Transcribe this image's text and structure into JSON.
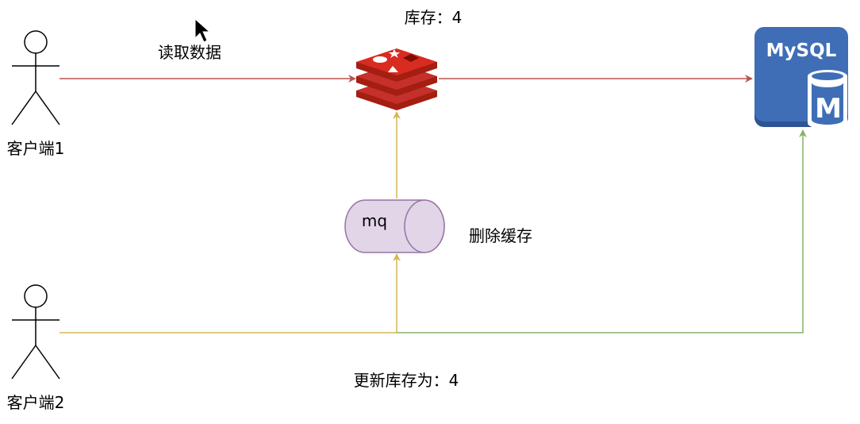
{
  "clients": {
    "client1": {
      "label": "客户端1"
    },
    "client2": {
      "label": "客户端2"
    }
  },
  "redis": {
    "stock_label": "库存：4"
  },
  "mq": {
    "label": "mq",
    "delete_cache_label": "删除缓存"
  },
  "mysql": {
    "title": "MySQL",
    "badge_letter": "M"
  },
  "edges": {
    "read_label": "读取数据",
    "update_label": "更新库存为：4"
  },
  "colors": {
    "read_edge": "#b85450",
    "mq_edge": "#d6b656",
    "db_edge": "#82b366",
    "mq_fill": "#e1d5e7",
    "mq_stroke": "#9673a6",
    "redis_red": "#c6302b",
    "redis_dark": "#a41e11",
    "mysql_blue": "#3f6eb6",
    "mysql_dark": "#2e5493"
  }
}
